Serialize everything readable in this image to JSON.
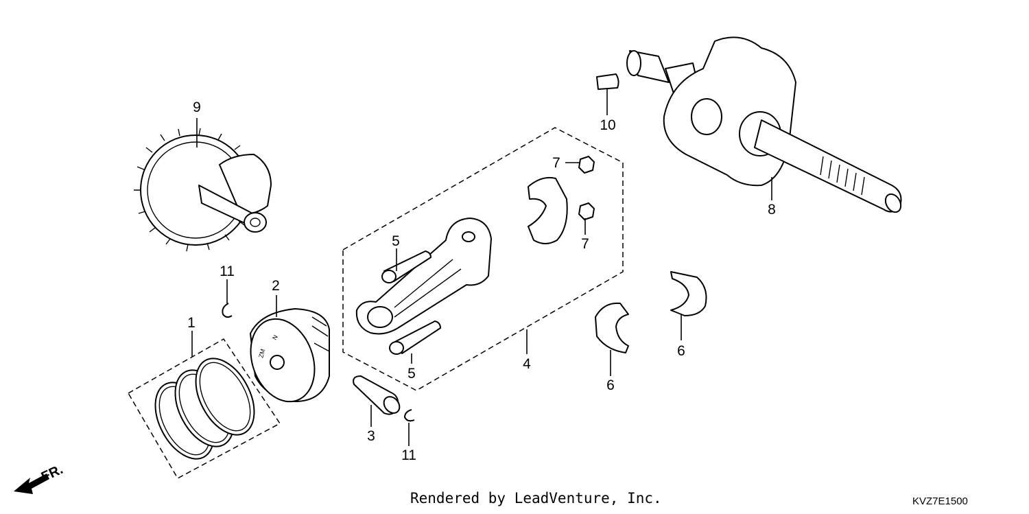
{
  "callouts": [
    {
      "id": "c1",
      "label": "1"
    },
    {
      "id": "c2",
      "label": "2"
    },
    {
      "id": "c3",
      "label": "3"
    },
    {
      "id": "c4",
      "label": "4"
    },
    {
      "id": "c5a",
      "label": "5"
    },
    {
      "id": "c5b",
      "label": "5"
    },
    {
      "id": "c6a",
      "label": "6"
    },
    {
      "id": "c6b",
      "label": "6"
    },
    {
      "id": "c7a",
      "label": "7"
    },
    {
      "id": "c7b",
      "label": "7"
    },
    {
      "id": "c8",
      "label": "8"
    },
    {
      "id": "c9",
      "label": "9"
    },
    {
      "id": "c10",
      "label": "10"
    },
    {
      "id": "c11a",
      "label": "11"
    },
    {
      "id": "c11b",
      "label": "11"
    }
  ],
  "direction_indicator": {
    "label": "FR."
  },
  "footer": {
    "credit": "Rendered by LeadVenture, Inc.",
    "diagram_code": "KVZ7E1500"
  },
  "piston_markings": {
    "top": "N",
    "side": "ZM"
  }
}
